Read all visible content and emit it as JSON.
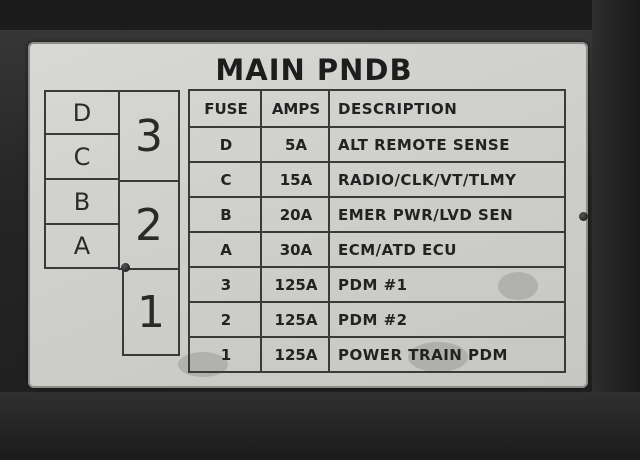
{
  "title": "MAIN PNDB",
  "position_grid": {
    "letters": [
      "D",
      "C",
      "B",
      "A"
    ],
    "numbers": [
      "3",
      "2",
      "1"
    ]
  },
  "fuse_table": {
    "headers": [
      "FUSE",
      "AMPS",
      "DESCRIPTION"
    ],
    "rows": [
      {
        "fuse": "D",
        "amps": "5A",
        "description": "ALT REMOTE SENSE"
      },
      {
        "fuse": "C",
        "amps": "15A",
        "description": "RADIO/CLK/VT/TLMY"
      },
      {
        "fuse": "B",
        "amps": "20A",
        "description": "EMER PWR/LVD SEN"
      },
      {
        "fuse": "A",
        "amps": "30A",
        "description": "ECM/ATD ECU"
      },
      {
        "fuse": "3",
        "amps": "125A",
        "description": "PDM #1"
      },
      {
        "fuse": "2",
        "amps": "125A",
        "description": "PDM #2"
      },
      {
        "fuse": "1",
        "amps": "125A",
        "description": "POWER TRAIN PDM"
      }
    ]
  },
  "colors": {
    "plate": "#d2d2cf",
    "ink": "#222222",
    "housing": "#262626"
  }
}
